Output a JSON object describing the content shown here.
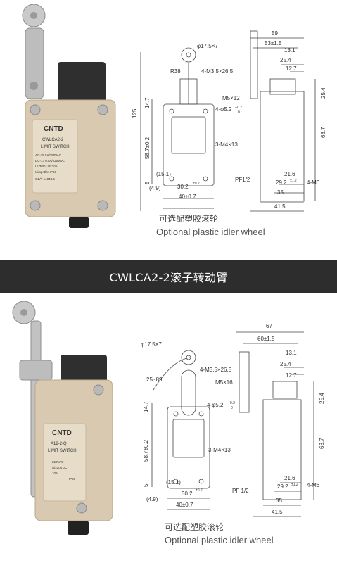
{
  "banner": {
    "title": "CWLCA2-2滚子转动臂"
  },
  "top": {
    "product": {
      "brand": "CNTD",
      "model": "CWLCA2-2",
      "label": "LIMIT SWITCH",
      "specs": [
        "AC-15  5A/250VAC",
        "DC-13  0.5A/220VDC",
        "UI:380V  Ith:10A",
        "Uimp:4kV  IP66"
      ],
      "std": "GB/T 14048.5"
    },
    "caption_cn": "可选配塑胶滚轮",
    "caption_en": "Optional plastic idler wheel",
    "dims": {
      "roller": "φ17.5×7",
      "radius": "R38",
      "holes1": "4-M3.5×26.5",
      "screw": "M5×12",
      "holes2": "4-φ5.2",
      "tol_up": "+0.2",
      "tol_dn": "0",
      "holes3": "3-M4×13",
      "pf": "PF1/2",
      "m6": "4-M6",
      "d59": "59",
      "d53": "53±1.5",
      "d13": "13.1",
      "d254a": "25.4",
      "d127": "12.7",
      "d254b": "25.4",
      "d687": "68.7",
      "d125": "125",
      "d147": "14.7",
      "d587": "58.7±0.2",
      "d5": "5",
      "d151": "(15.1)",
      "d49": "(4.9)",
      "d302": "30.2",
      "d302tol": "±0.2",
      "d40": "40±0.7",
      "d216": "21.6",
      "d292": "29.2",
      "d292tol": "±1.2",
      "d35": "35",
      "d415": "41.5"
    }
  },
  "bottom": {
    "product": {
      "brand": "CNTD",
      "model": "A12-2-Q",
      "label": "LIMIT SWITCH",
      "specs": [
        "250VAC",
        "A/220VDC",
        "10A",
        "IP66"
      ]
    },
    "caption_cn": "可选配塑胶滚轮",
    "caption_en": "Optional plastic idler wheel",
    "dims": {
      "roller": "φ17.5×7",
      "range": "25~89",
      "holes1": "4-M3.5×26.5",
      "screw": "M5×16",
      "holes2": "4-φ5.2",
      "tol_up": "+0.2",
      "tol_dn": "0",
      "holes3": "3-M4×13",
      "pf": "PF 1/2",
      "m6": "4-M6",
      "d67": "67",
      "d60": "60±1.5",
      "d13": "13.1",
      "d254a": "25.4",
      "d127": "12.7",
      "d254b": "25.4",
      "d687": "68.7",
      "d147": "14.7",
      "d587": "58.7±0.2",
      "d5": "5",
      "d151": "(15.1)",
      "d49": "(4.9)",
      "d302": "30.2",
      "d302tol": "±0.2",
      "d40": "40±0.7",
      "d216": "21.6",
      "d292": "29.2",
      "d292tol": "±1.2",
      "d35": "35",
      "d415": "41.5"
    }
  },
  "colors": {
    "body": "#d8c9b0",
    "label": "#e6dcc8",
    "metal": "#b8b8b8",
    "dark": "#2b2b2b",
    "banner": "#2d2d2d"
  }
}
